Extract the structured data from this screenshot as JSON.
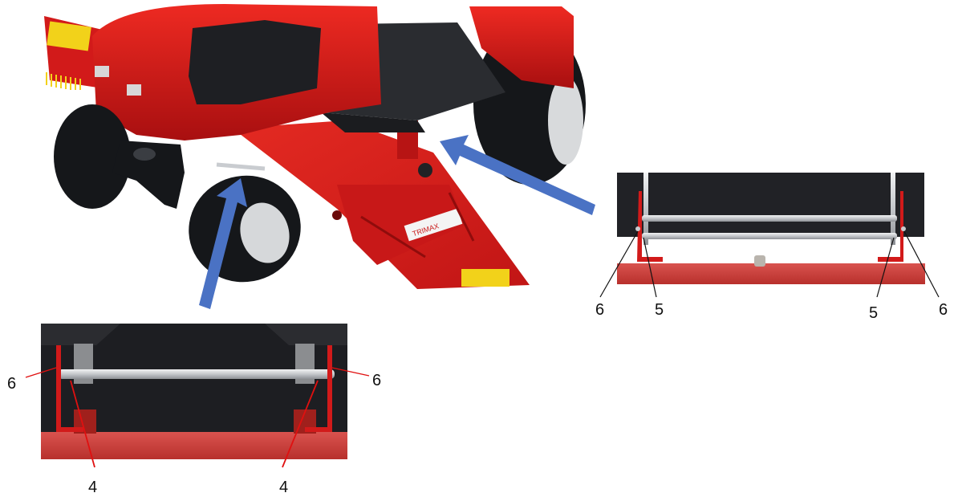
{
  "callouts": {
    "bottom_left_6": "6",
    "bottom_right_6": "6",
    "bottom_left_4": "4",
    "bottom_right_4": "4",
    "right_left_6": "6",
    "right_left_5": "5",
    "right_right_5": "5",
    "right_right_6": "6"
  },
  "decals": {
    "model_plate": "TRIMAX"
  },
  "colors": {
    "machine_red": "#d01818",
    "dark_red": "#8f0c0c",
    "tyre_black": "#15171a",
    "seat_grey": "#2a2c30",
    "arrow_blue": "#4a72c4",
    "rod_silver": "#c9ccd0",
    "warning_yellow": "#f2d21a",
    "leader_red": "#e01010"
  }
}
